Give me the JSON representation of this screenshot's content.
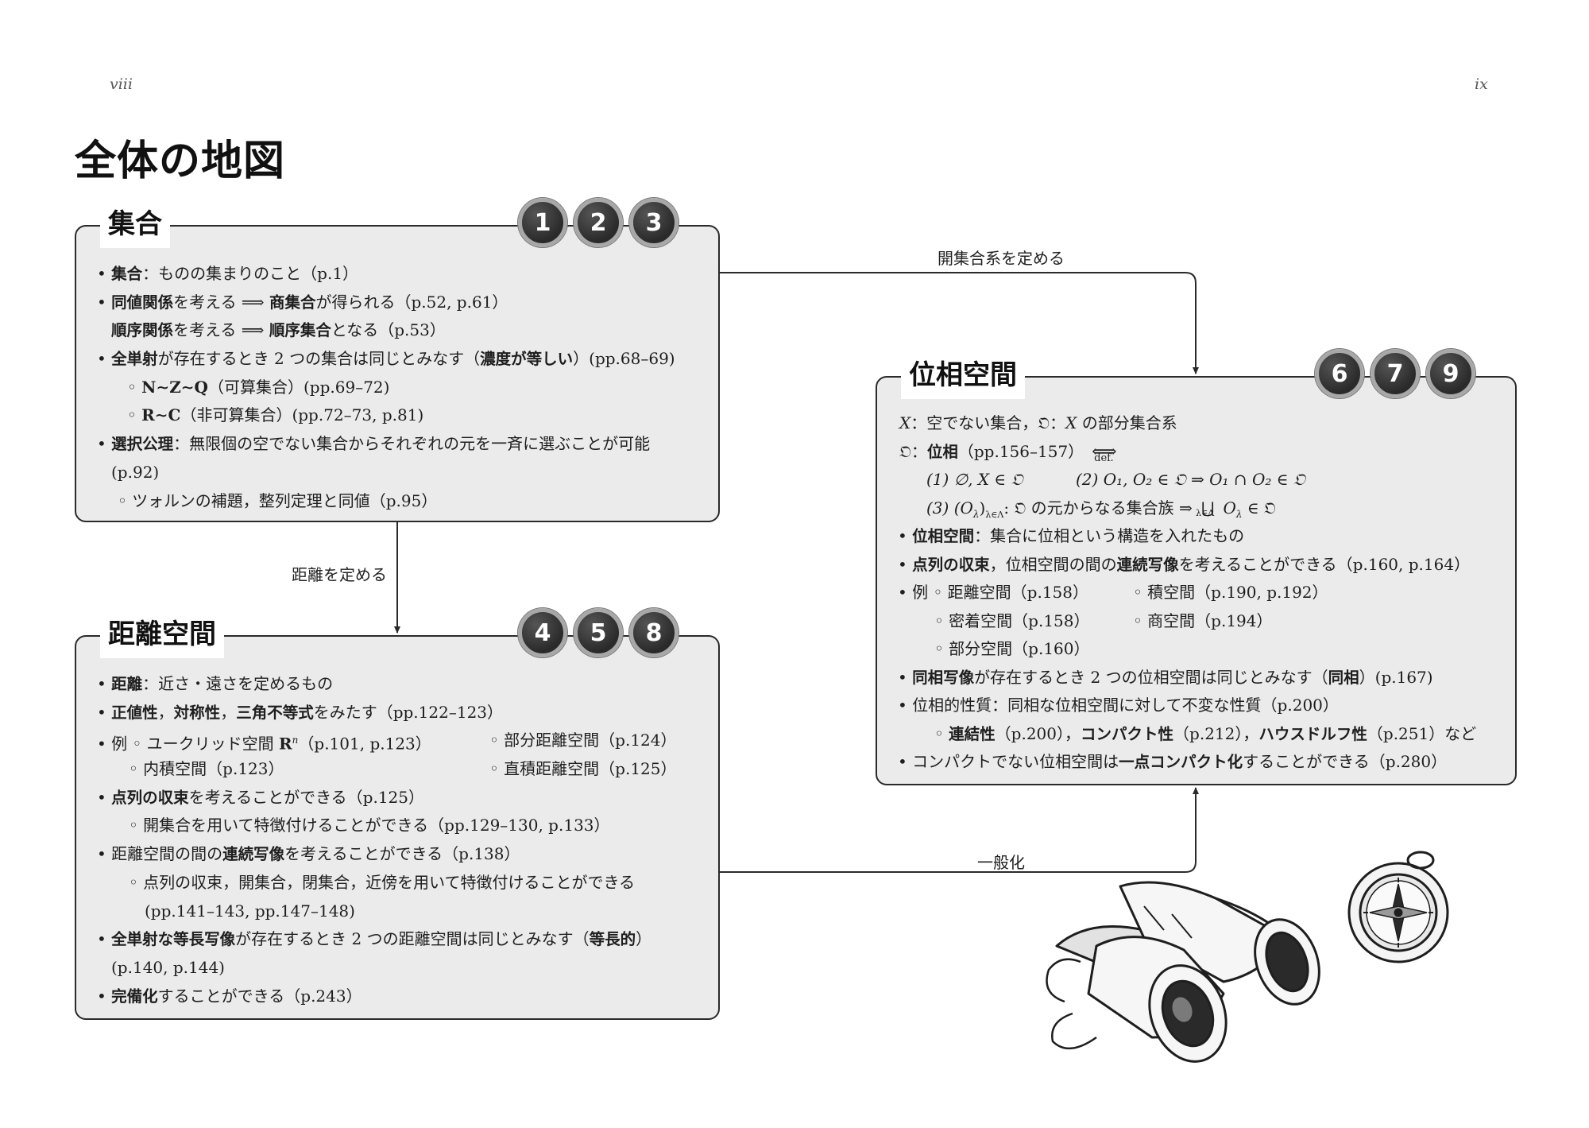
{
  "page_numbers": {
    "left": "viii",
    "right": "ix"
  },
  "title": "全体の地図",
  "edges": {
    "open_sets": "開集合系を定める",
    "metric": "距離を定める",
    "generalize": "一般化"
  },
  "set_box": {
    "title": "集合",
    "badges": [
      "1",
      "2",
      "3"
    ],
    "l1": {
      "bullet": "•",
      "t1": "集合",
      "t2": "：ものの集まりのこと（p.1）"
    },
    "l2": {
      "bullet": "•",
      "t1": "同値関係",
      "t2": "を考える ⟹ ",
      "t3": "商集合",
      "t4": "が得られる（p.52, p.61）"
    },
    "l3": {
      "t1": "順序関係",
      "t2": "を考える ⟹ ",
      "t3": "順序集合",
      "t4": "となる（p.53）"
    },
    "l4": {
      "bullet": "•",
      "t1": "全単射",
      "t2": "が存在するとき 2 つの集合は同じとみなす（",
      "t3": "濃度が等しい",
      "t4": "）(pp.68–69)"
    },
    "l5": {
      "circ": "◦",
      "t1": "N∼Z∼Q",
      "t2": "（可算集合）(pp.69–72)"
    },
    "l6": {
      "circ": "◦",
      "t1": "R∼C",
      "t2": "（非可算集合）(pp.72–73, p.81)"
    },
    "l7": {
      "bullet": "•",
      "t1": "選択公理",
      "t2": "：無限個の空でない集合からそれぞれの元を一斉に選ぶことが可能"
    },
    "l8": {
      "t1": "(p.92)"
    },
    "l9": {
      "circ": "◦",
      "t1": "ツォルンの補題，整列定理と同値（p.95）"
    }
  },
  "metric_box": {
    "title": "距離空間",
    "badges": [
      "4",
      "5",
      "8"
    ],
    "l1": {
      "bullet": "•",
      "t1": "距離",
      "t2": "：近さ・遠さを定めるもの"
    },
    "l2": {
      "bullet": "•",
      "t1": "正値性",
      "t2": "，",
      "t3": "対称性",
      "t4": "，",
      "t5": "三角不等式",
      "t6": "をみたす（pp.122–123）"
    },
    "l3": {
      "bullet": "•",
      "t1": "例 ◦ ユークリッド空間 ",
      "t2": "R",
      "t3": "n",
      "t4": "（p.101, p.123）",
      "t5": "◦ 部分距離空間（p.124）"
    },
    "l4": {
      "circ": "◦",
      "t1": "内積空間（p.123）",
      "t2": "◦ 直積距離空間（p.125）"
    },
    "l5": {
      "bullet": "•",
      "t1": "点列の収束",
      "t2": "を考えることができる（p.125）"
    },
    "l6": {
      "circ": "◦",
      "t1": "開集合を用いて特徴付けることができる（pp.129–130, p.133）"
    },
    "l7": {
      "bullet": "•",
      "t1": "距離空間の間の",
      "t2": "連続写像",
      "t3": "を考えることができる（p.138）"
    },
    "l8": {
      "circ": "◦",
      "t1": "点列の収束，開集合，閉集合，近傍を用いて特徴付けることができる"
    },
    "l9": {
      "t1": "(pp.141–143, pp.147–148)"
    },
    "l10": {
      "bullet": "•",
      "t1": "全単射な等長写像",
      "t2": "が存在するとき 2 つの距離空間は同じとみなす（",
      "t3": "等長的",
      "t4": "）"
    },
    "l11": {
      "t1": "(p.140, p.144)"
    },
    "l12": {
      "bullet": "•",
      "t1": "完備化",
      "t2": "することができる（p.243）"
    }
  },
  "topo_box": {
    "title": "位相空間",
    "badges": [
      "6",
      "7",
      "9"
    ],
    "l1": {
      "t1": "X",
      "t2": "：空でない集合，",
      "t3": "𝔒",
      "t4": "：",
      "t5": "X",
      "t6": " の部分集合系"
    },
    "l2": {
      "t1": "𝔒",
      "t2": "：",
      "t3": "位相",
      "t4": "（pp.156–157）",
      "arrow": "⟺",
      "def": "def."
    },
    "l3": {
      "t1": "(1) ∅, X ∈ 𝔒",
      "t2": "(2) O₁, O₂ ∈ 𝔒 ⇒ O₁ ∩ O₂ ∈ 𝔒"
    },
    "l4": {
      "t1": "(3) (O",
      "t2": "λ",
      "t3": ")",
      "t4": "λ∈Λ",
      "t5": ": 𝔒 の元からなる集合族 ⇒ ",
      "cup": "⋃",
      "cup_sub": "λ∈Λ",
      "t6": " O",
      "t7": "λ",
      "t8": " ∈ 𝔒"
    },
    "l5": {
      "bullet": "•",
      "t1": "位相空間",
      "t2": "：集合に位相という構造を入れたもの"
    },
    "l6": {
      "bullet": "•",
      "t1": "点列の収束",
      "t2": "，位相空間の間の",
      "t3": "連続写像",
      "t4": "を考えることができる（p.160, p.164）"
    },
    "l7": {
      "bullet": "•",
      "t1": "例 ◦ 距離空間（p.158）",
      "t2": "◦ 積空間（p.190, p.192）"
    },
    "l8": {
      "circ": "◦",
      "t1": "密着空間（p.158）",
      "t2": "◦ 商空間（p.194）"
    },
    "l9": {
      "circ": "◦",
      "t1": "部分空間（p.160）"
    },
    "l10": {
      "bullet": "•",
      "t1": "同相写像",
      "t2": "が存在するとき 2 つの位相空間は同じとみなす（",
      "t3": "同相",
      "t4": "）(p.167)"
    },
    "l11": {
      "bullet": "•",
      "t1": "位相的性質：同相な位相空間に対して不変な性質（p.200）"
    },
    "l12": {
      "circ": "◦",
      "t1": "連結性",
      "t2": "（p.200），",
      "t3": "コンパクト性",
      "t4": "（p.212），",
      "t5": "ハウスドルフ性",
      "t6": "（p.251）など"
    },
    "l13": {
      "bullet": "•",
      "t1": "コンパクトでない位相空間は",
      "t2": "一点コンパクト化",
      "t3": "することができる（p.280）"
    }
  },
  "illustrations": [
    "binoculars-icon",
    "compass-icon"
  ],
  "colors": {
    "box_fill": "#ebebeb",
    "border": "#2a2a2a",
    "badge": "#2a2a2a",
    "badge_ring": "#a8a8a8"
  }
}
